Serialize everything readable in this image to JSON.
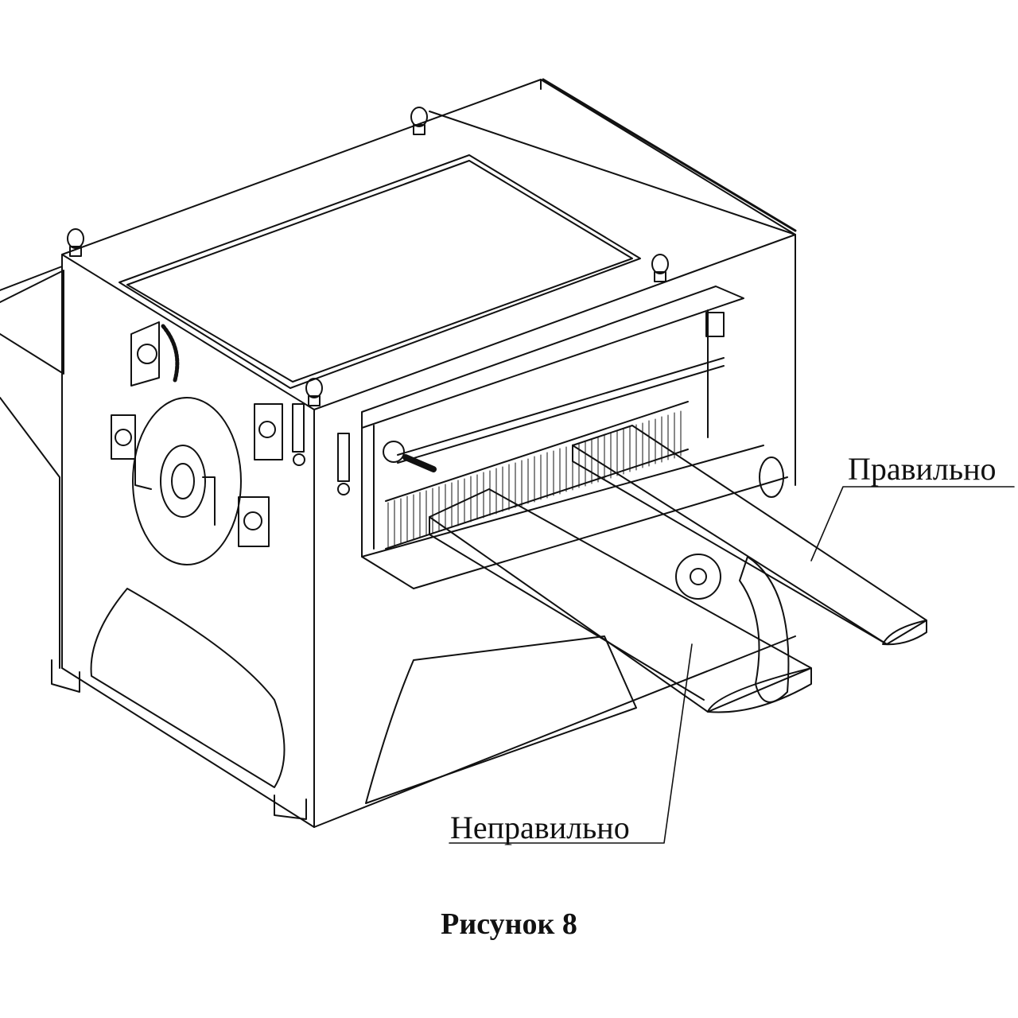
{
  "figure": {
    "caption": "Рисунок 8",
    "callouts": {
      "correct": "Правильно",
      "incorrect": "Неправильно"
    }
  }
}
